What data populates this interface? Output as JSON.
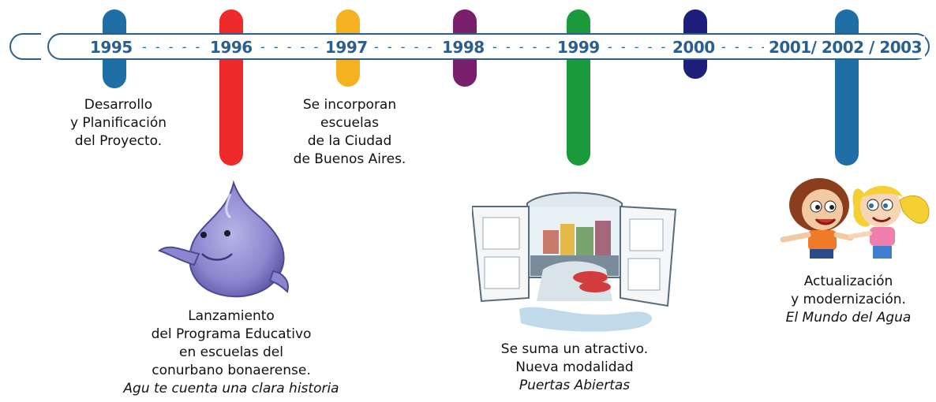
{
  "timeline": {
    "years": [
      {
        "label": "1995",
        "color": "#1f6ea6"
      },
      {
        "label": "1996",
        "color": "#ef2a2a"
      },
      {
        "label": "1997",
        "color": "#f5b120"
      },
      {
        "label": "1998",
        "color": "#7a1f6b"
      },
      {
        "label": "1999",
        "color": "#1a9a3a"
      },
      {
        "label": "2000",
        "color": "#1d1f7a"
      },
      {
        "label": "2001/ 2002 / 2003",
        "color": "#1f6ea6"
      }
    ],
    "line_color": "#2b5f8d"
  },
  "events": {
    "e1995": {
      "lines": [
        "Desarrollo",
        "y Planificación",
        "del Proyecto."
      ]
    },
    "e1996": {
      "lines": [
        "Lanzamiento",
        "del Programa Educativo",
        "en escuelas del",
        "conurbano bonaerense."
      ],
      "italic": "Agu te cuenta una clara historia",
      "illustration": "water-drop-character"
    },
    "e1997": {
      "lines": [
        "Se incorporan",
        "escuelas",
        "de la Ciudad",
        "de Buenos Aires."
      ]
    },
    "e1999": {
      "lines": [
        "Se suma un atractivo.",
        "Nueva modalidad"
      ],
      "italic": "Puertas Abiertas",
      "illustration": "open-doors-city"
    },
    "e2001": {
      "lines": [
        "Actualización",
        "y modernización."
      ],
      "italic": "El Mundo del Agua",
      "illustration": "two-kids"
    }
  }
}
